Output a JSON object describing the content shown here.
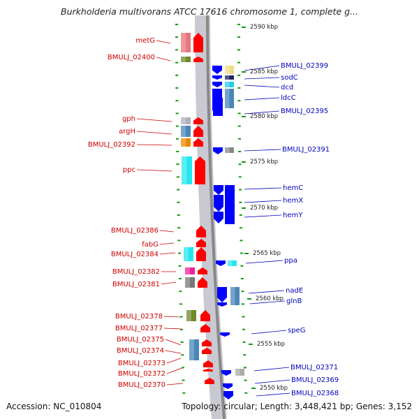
{
  "title": "Burkholderia multivorans ATCC 17616 chromosome 1, complete g...",
  "footer": {
    "accession_label": "Accession:",
    "accession": "NC_010804",
    "topology_label": "Topology:",
    "topology": "circular;",
    "length_label": "Length:",
    "length": "3,448,421 bp;",
    "genes_label": "Genes:",
    "genes": "3,152"
  },
  "colors": {
    "left_label": "#cc0000",
    "right_label": "#0000bb",
    "left_gene": "#ff0000",
    "right_gene": "#0000ff",
    "tick": "#119911",
    "backbone": "#888888"
  },
  "scale": [
    "2590 kbp",
    "2585 kbp",
    "2580 kbp",
    "2575 kbp",
    "2570 kbp",
    "2565 kbp",
    "2560 kbp",
    "2555 kbp",
    "2550 kbp"
  ],
  "left_genes": [
    {
      "label": "metG",
      "color": "#e8757d"
    },
    {
      "label": "BMULJ_02400",
      "color": "#6f8a2a"
    },
    {
      "label": "gph",
      "color": "#b0b0b8"
    },
    {
      "label": "argH",
      "color": "#4a86b8"
    },
    {
      "label": "BMULJ_02392",
      "color": "#ee8800"
    },
    {
      "label": "ppc",
      "color": "#22e8ee"
    },
    {
      "label": "BMULJ_02386",
      "color": ""
    },
    {
      "label": "fabG",
      "color": ""
    },
    {
      "label": "BMULJ_02384",
      "color": "#22e8ee"
    },
    {
      "label": "BMULJ_02382",
      "color": "#ee2299"
    },
    {
      "label": "BMULJ_02381",
      "color": "#777777"
    },
    {
      "label": "BMULJ_02378",
      "color": "#6f8a2a"
    },
    {
      "label": "BMULJ_02377",
      "color": ""
    },
    {
      "label": "BMULJ_02375",
      "color": "#4a86b8"
    },
    {
      "label": "BMULJ_02374",
      "color": ""
    },
    {
      "label": "BMULJ_02373",
      "color": ""
    },
    {
      "label": "BMULJ_02372",
      "color": ""
    },
    {
      "label": "BMULJ_02370",
      "color": ""
    }
  ],
  "right_genes": [
    {
      "label": "BMULJ_02399",
      "color": "#eedd88"
    },
    {
      "label": "sodC",
      "color": "#222266"
    },
    {
      "label": "dcd",
      "color": "#22ccee"
    },
    {
      "label": "ldcC",
      "color": "#4a86b8"
    },
    {
      "label": "BMULJ_02395",
      "color": ""
    },
    {
      "label": "BMULJ_02391",
      "color": "#888888"
    },
    {
      "label": "hemC",
      "color": ""
    },
    {
      "label": "hemX",
      "color": ""
    },
    {
      "label": "hemY",
      "color": ""
    },
    {
      "label": "ppa",
      "color": "#22e8ee"
    },
    {
      "label": "nadE",
      "color": "#4a86b8"
    },
    {
      "label": "glnB",
      "color": ""
    },
    {
      "label": "speG",
      "color": ""
    },
    {
      "label": "BMULJ_02371",
      "color": "#aaaaaa"
    },
    {
      "label": "BMULJ_02369",
      "color": ""
    },
    {
      "label": "BMULJ_02368",
      "color": ""
    }
  ]
}
